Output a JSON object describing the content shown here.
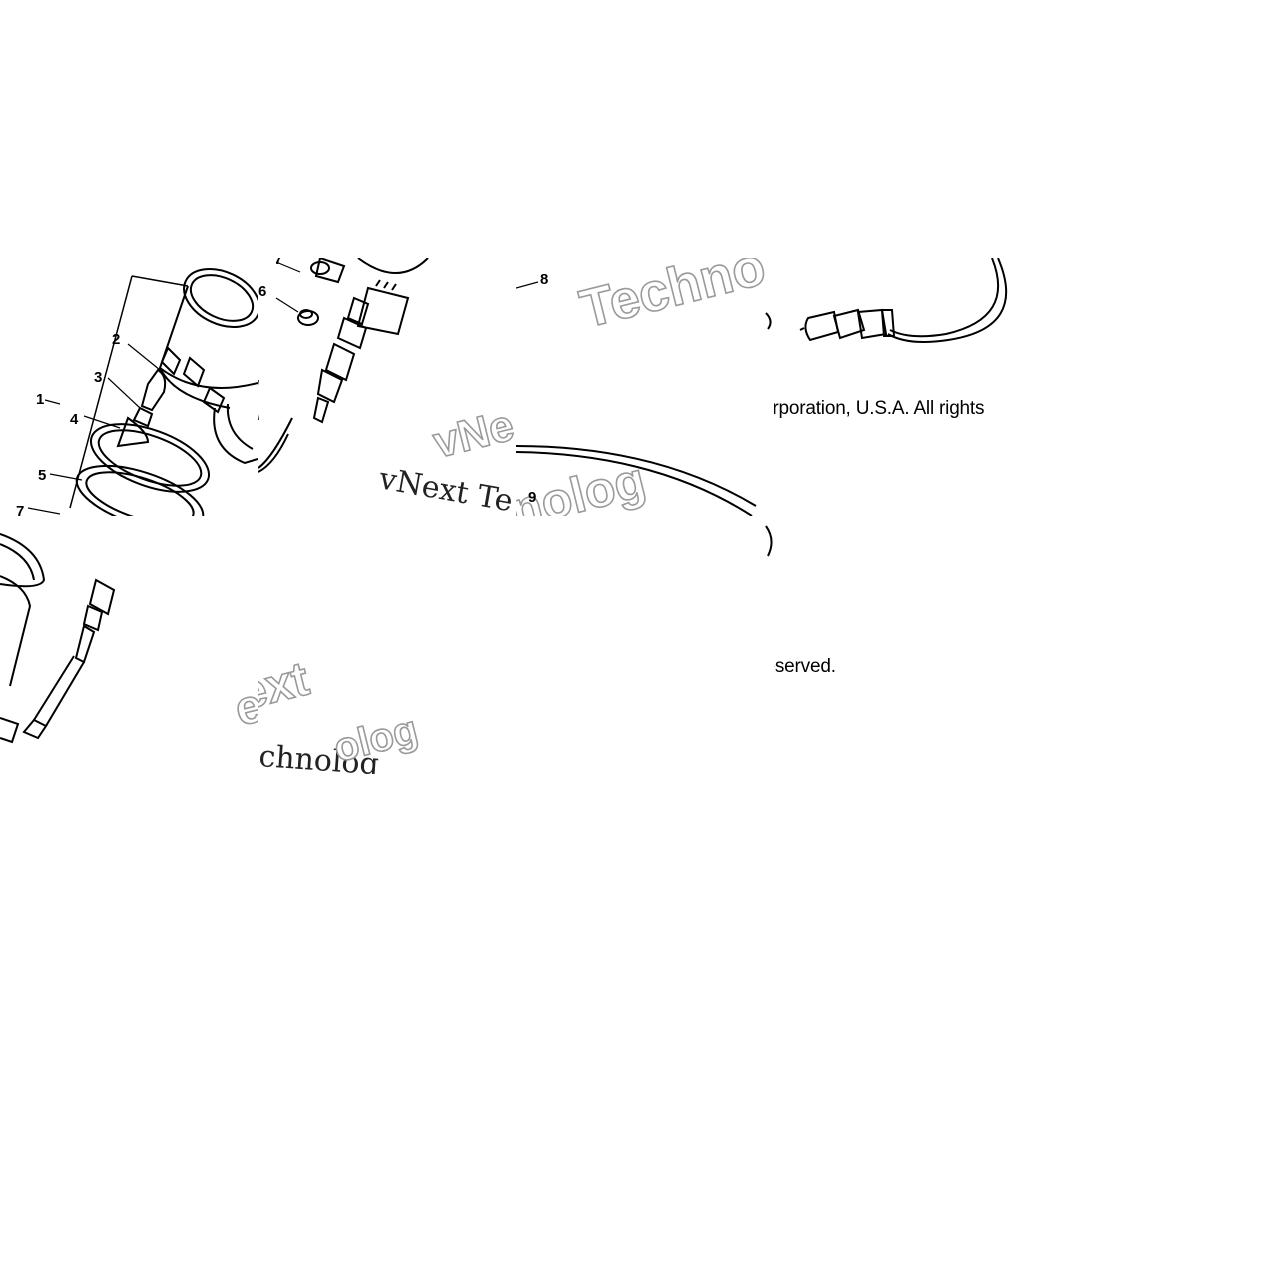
{
  "callouts": [
    "1",
    "2",
    "3",
    "4",
    "5",
    "6",
    "7",
    "7",
    "8",
    "9"
  ],
  "copyright": {
    "line1": "orporation, U.S.A. All rights",
    "line2": "s reserved."
  },
  "watermark": {
    "w1": "Techno",
    "w2": "vNext Te",
    "w3": "vNe",
    "w4": "nolog",
    "w5": "ext",
    "w6": "chnolog",
    "w7": "olog"
  },
  "icons": [
    "speedometer-icon",
    "cable-connector-icon",
    "bulb-socket-icon"
  ],
  "colors": {
    "line": "#000000",
    "watermark_outline": "#9a9a9a",
    "background": "#ffffff"
  }
}
